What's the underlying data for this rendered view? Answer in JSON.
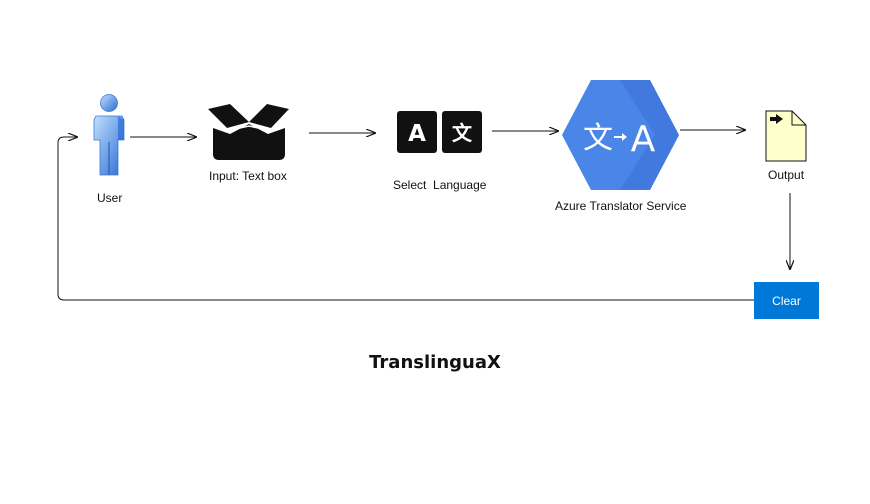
{
  "diagram": {
    "title": "TranslinguaX",
    "nodes": {
      "user": {
        "label": "User",
        "icon": "user-icon"
      },
      "input": {
        "label": "Input: Text box",
        "icon": "open-box-icon"
      },
      "language": {
        "label": "Select  Language",
        "icon": "translate-icon",
        "glyph_latin": "A",
        "glyph_cjk": "文"
      },
      "service": {
        "label": "Azure Translator Service",
        "icon": "translator-hexagon-icon",
        "glyph_cjk": "文",
        "glyph_latin": "A"
      },
      "output": {
        "label": "Output",
        "icon": "document-icon"
      }
    },
    "clear_button": {
      "label": "Clear"
    },
    "colors": {
      "button": "#0078d7",
      "hexagon": "#4a85e8",
      "document": "#ffffcc",
      "user_light": "#9ec9ff",
      "user_dark": "#2d6bd1"
    }
  }
}
